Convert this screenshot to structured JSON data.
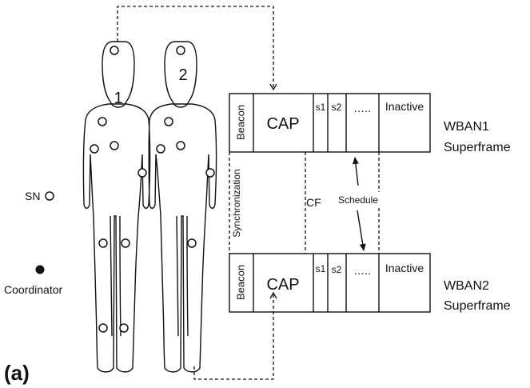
{
  "figure_label": "(a)",
  "legend": {
    "sn_label": "SN",
    "coordinator_label": "Coordinator"
  },
  "bodies": [
    {
      "number": "1"
    },
    {
      "number": "2"
    }
  ],
  "superframes": [
    {
      "slots": {
        "beacon": "Beacon",
        "cap": "CAP",
        "s1": "s1",
        "s2": "s2",
        "dots": "…..",
        "inactive": "Inactive"
      },
      "label_line1": "WBAN1",
      "label_line2": "Superframe"
    },
    {
      "slots": {
        "beacon": "Beacon",
        "cap": "CAP",
        "s1": "s1",
        "s2": "s2",
        "dots": "…..",
        "inactive": "Inactive"
      },
      "label_line1": "WBAN2",
      "label_line2": "Superframe"
    }
  ],
  "annotations": {
    "synchronization": "Synchronization",
    "cf": "CF",
    "schedule": "Schedule"
  }
}
